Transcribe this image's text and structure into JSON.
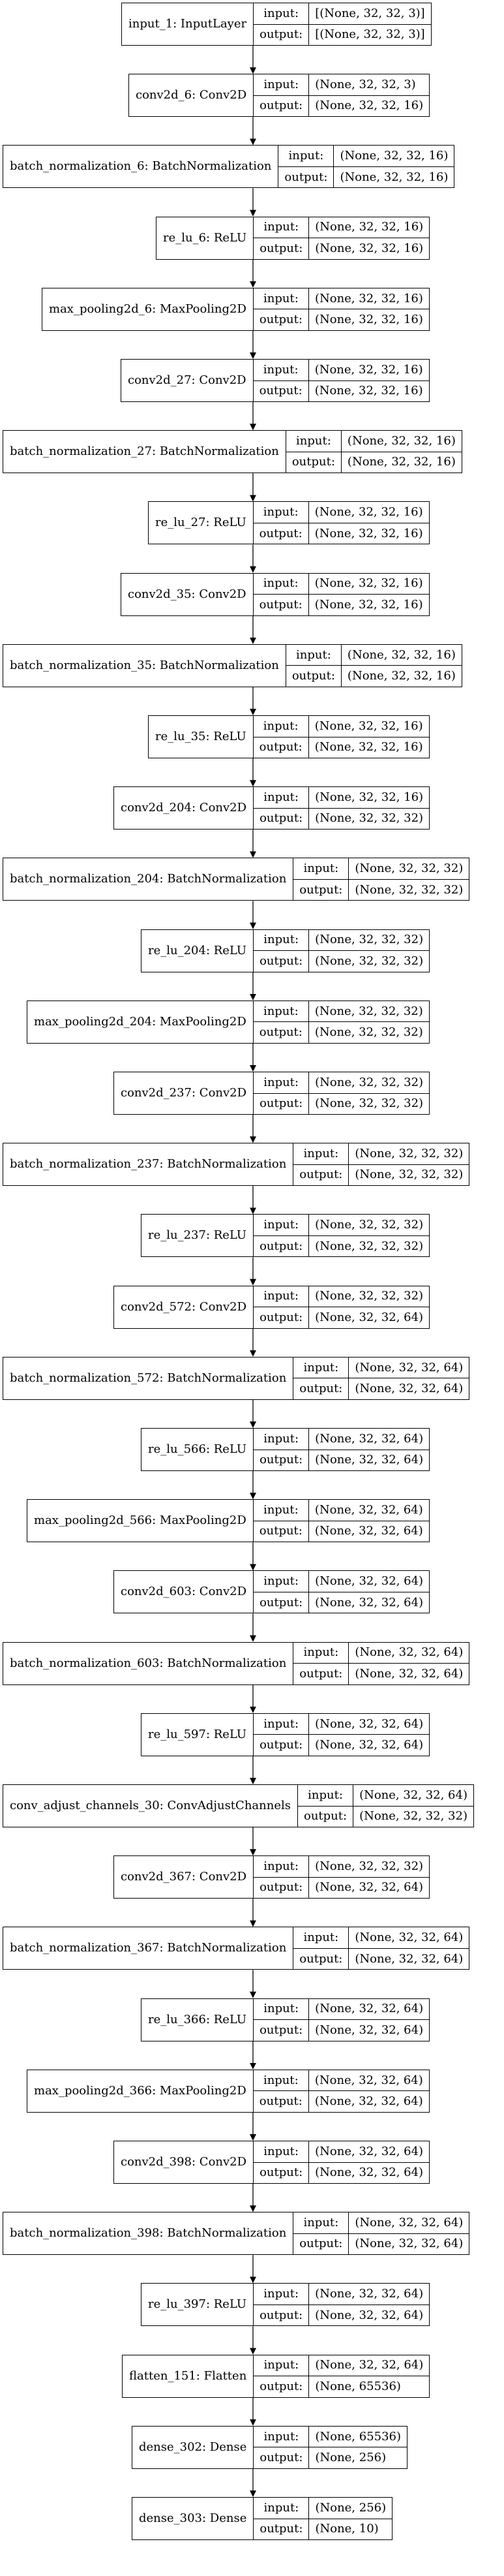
{
  "layers": [
    {
      "name": "input_1: InputLayer",
      "input": "[(None, 32, 32, 3)]",
      "output": "[(None, 32, 32, 3)]"
    },
    {
      "name": "conv2d_6: Conv2D",
      "input": "(None, 32, 32, 3)",
      "output": "(None, 32, 32, 16)"
    },
    {
      "name": "batch_normalization_6: BatchNormalization",
      "input": "(None, 32, 32, 16)",
      "output": "(None, 32, 32, 16)"
    },
    {
      "name": "re_lu_6: ReLU",
      "input": "(None, 32, 32, 16)",
      "output": "(None, 32, 32, 16)"
    },
    {
      "name": "max_pooling2d_6: MaxPooling2D",
      "input": "(None, 32, 32, 16)",
      "output": "(None, 32, 32, 16)"
    },
    {
      "name": "conv2d_27: Conv2D",
      "input": "(None, 32, 32, 16)",
      "output": "(None, 32, 32, 16)"
    },
    {
      "name": "batch_normalization_27: BatchNormalization",
      "input": "(None, 32, 32, 16)",
      "output": "(None, 32, 32, 16)"
    },
    {
      "name": "re_lu_27: ReLU",
      "input": "(None, 32, 32, 16)",
      "output": "(None, 32, 32, 16)"
    },
    {
      "name": "conv2d_35: Conv2D",
      "input": "(None, 32, 32, 16)",
      "output": "(None, 32, 32, 16)"
    },
    {
      "name": "batch_normalization_35: BatchNormalization",
      "input": "(None, 32, 32, 16)",
      "output": "(None, 32, 32, 16)"
    },
    {
      "name": "re_lu_35: ReLU",
      "input": "(None, 32, 32, 16)",
      "output": "(None, 32, 32, 16)"
    },
    {
      "name": "conv2d_204: Conv2D",
      "input": "(None, 32, 32, 16)",
      "output": "(None, 32, 32, 32)"
    },
    {
      "name": "batch_normalization_204: BatchNormalization",
      "input": "(None, 32, 32, 32)",
      "output": "(None, 32, 32, 32)"
    },
    {
      "name": "re_lu_204: ReLU",
      "input": "(None, 32, 32, 32)",
      "output": "(None, 32, 32, 32)"
    },
    {
      "name": "max_pooling2d_204: MaxPooling2D",
      "input": "(None, 32, 32, 32)",
      "output": "(None, 32, 32, 32)"
    },
    {
      "name": "conv2d_237: Conv2D",
      "input": "(None, 32, 32, 32)",
      "output": "(None, 32, 32, 32)"
    },
    {
      "name": "batch_normalization_237: BatchNormalization",
      "input": "(None, 32, 32, 32)",
      "output": "(None, 32, 32, 32)"
    },
    {
      "name": "re_lu_237: ReLU",
      "input": "(None, 32, 32, 32)",
      "output": "(None, 32, 32, 32)"
    },
    {
      "name": "conv2d_572: Conv2D",
      "input": "(None, 32, 32, 32)",
      "output": "(None, 32, 32, 64)"
    },
    {
      "name": "batch_normalization_572: BatchNormalization",
      "input": "(None, 32, 32, 64)",
      "output": "(None, 32, 32, 64)"
    },
    {
      "name": "re_lu_566: ReLU",
      "input": "(None, 32, 32, 64)",
      "output": "(None, 32, 32, 64)"
    },
    {
      "name": "max_pooling2d_566: MaxPooling2D",
      "input": "(None, 32, 32, 64)",
      "output": "(None, 32, 32, 64)"
    },
    {
      "name": "conv2d_603: Conv2D",
      "input": "(None, 32, 32, 64)",
      "output": "(None, 32, 32, 64)"
    },
    {
      "name": "batch_normalization_603: BatchNormalization",
      "input": "(None, 32, 32, 64)",
      "output": "(None, 32, 32, 64)"
    },
    {
      "name": "re_lu_597: ReLU",
      "input": "(None, 32, 32, 64)",
      "output": "(None, 32, 32, 64)"
    },
    {
      "name": "conv_adjust_channels_30: ConvAdjustChannels",
      "input": "(None, 32, 32, 64)",
      "output": "(None, 32, 32, 32)"
    },
    {
      "name": "conv2d_367: Conv2D",
      "input": "(None, 32, 32, 32)",
      "output": "(None, 32, 32, 64)"
    },
    {
      "name": "batch_normalization_367: BatchNormalization",
      "input": "(None, 32, 32, 64)",
      "output": "(None, 32, 32, 64)"
    },
    {
      "name": "re_lu_366: ReLU",
      "input": "(None, 32, 32, 64)",
      "output": "(None, 32, 32, 64)"
    },
    {
      "name": "max_pooling2d_366: MaxPooling2D",
      "input": "(None, 32, 32, 64)",
      "output": "(None, 32, 32, 64)"
    },
    {
      "name": "conv2d_398: Conv2D",
      "input": "(None, 32, 32, 64)",
      "output": "(None, 32, 32, 64)"
    },
    {
      "name": "batch_normalization_398: BatchNormalization",
      "input": "(None, 32, 32, 64)",
      "output": "(None, 32, 32, 64)"
    },
    {
      "name": "re_lu_397: ReLU",
      "input": "(None, 32, 32, 64)",
      "output": "(None, 32, 32, 64)"
    },
    {
      "name": "flatten_151: Flatten",
      "input": "(None, 32, 32, 64)",
      "output": "(None, 65536)"
    },
    {
      "name": "dense_302: Dense",
      "input": "(None, 65536)",
      "output": "(None, 256)"
    },
    {
      "name": "dense_303: Dense",
      "input": "(None, 256)",
      "output": "(None, 10)"
    }
  ],
  "io_labels": {
    "input": "input:",
    "output": "output:"
  },
  "colors": {
    "line": "#000000",
    "background": "#ffffff",
    "text": "#000000"
  }
}
